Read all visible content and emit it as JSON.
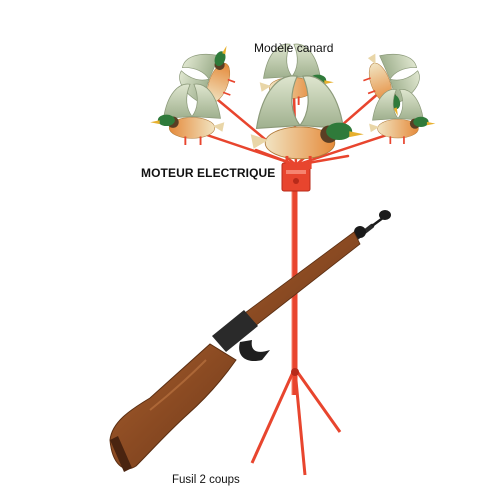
{
  "captions": {
    "duck_model": "Modèle canard",
    "motor": "MOTEUR ELECTRIQUE",
    "rifle": "Fusil 2 coups"
  },
  "colors": {
    "background": "#ffffff",
    "stand": "#e8452e",
    "stand_dark": "#b82a1a",
    "duck_body": "#e9d6a8",
    "duck_orange": "#e58a3a",
    "duck_wing": "#b9c7a8",
    "duck_head_green": "#2f7a3a",
    "duck_head_brown": "#6a4a2c",
    "rifle_wood": "#8a4a22",
    "rifle_wood_light": "#a65e2e",
    "rifle_metal": "#2a2a2a"
  }
}
